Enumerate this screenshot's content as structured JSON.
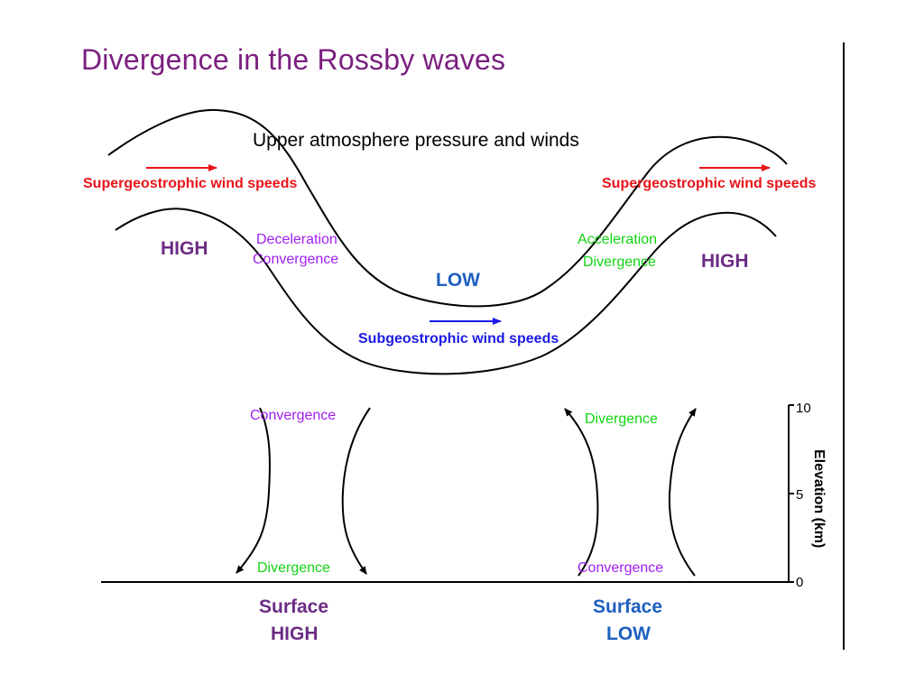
{
  "title": "Divergence in the Rossby waves",
  "upper_caption": "Upper atmosphere pressure and winds",
  "upper": {
    "left_wind": "Supergeostrophic wind speeds",
    "right_wind": "Supergeostrophic wind speeds",
    "trough_wind": "Subgeostrophic wind speeds",
    "left_high": "HIGH",
    "right_high": "HIGH",
    "low": "LOW",
    "decel_1": "Deceleration",
    "decel_2": "Convergence",
    "accel_1": "Acceleration",
    "accel_2": "Divergence"
  },
  "lower": {
    "high_top": "Convergence",
    "high_bottom": "Divergence",
    "low_top": "Divergence",
    "low_bottom": "Convergence",
    "surface_high_1": "Surface",
    "surface_high_2": "HIGH",
    "surface_low_1": "Surface",
    "surface_low_2": "LOW"
  },
  "scale": {
    "label": "Elevation (km)",
    "ticks": [
      "10",
      "5",
      "0"
    ]
  },
  "colors": {
    "title": "#7b1f7f",
    "supergeostrophic": "#e8141a",
    "subgeostrophic": "#1a1ae6",
    "convergence": "#a020f0",
    "divergence": "#12d312",
    "high": "#6b2c84",
    "low": "#1f5fbf"
  }
}
